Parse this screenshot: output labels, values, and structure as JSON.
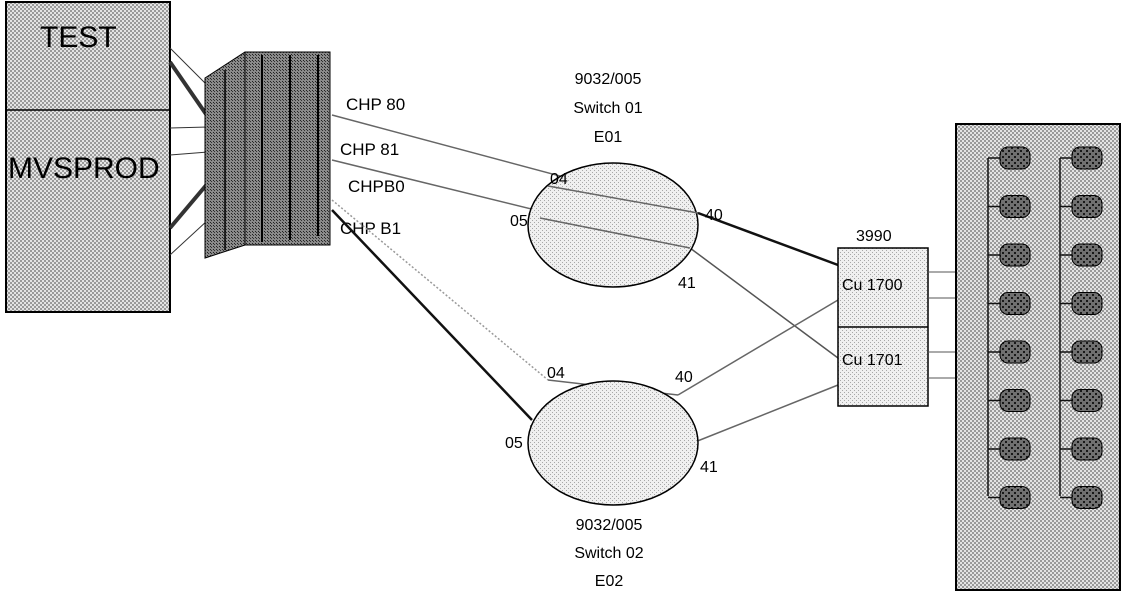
{
  "lpars": {
    "top": "TEST",
    "bottom": "MVSPROD"
  },
  "chpids": {
    "c80": "CHP 80",
    "c81": "CHP 81",
    "cb0": "CHPB0",
    "cb1": "CHP B1"
  },
  "switch1": {
    "model": "9032/005",
    "name": "Switch 01",
    "id": "E01",
    "ports": {
      "in_top": "04",
      "in_bottom": "05",
      "out_top": "40",
      "out_bottom": "41"
    }
  },
  "switch2": {
    "model": "9032/005",
    "name": "Switch 02",
    "id": "E02",
    "ports": {
      "in_top": "04",
      "in_bottom": "05",
      "out_top": "40",
      "out_bottom": "41"
    }
  },
  "control_unit": {
    "model": "3990",
    "cu_top": "Cu 1700",
    "cu_bottom": "Cu 1701"
  },
  "colors": {
    "stipple": "#b8b8b8",
    "line": "#000000",
    "thin_line": "#555555"
  }
}
